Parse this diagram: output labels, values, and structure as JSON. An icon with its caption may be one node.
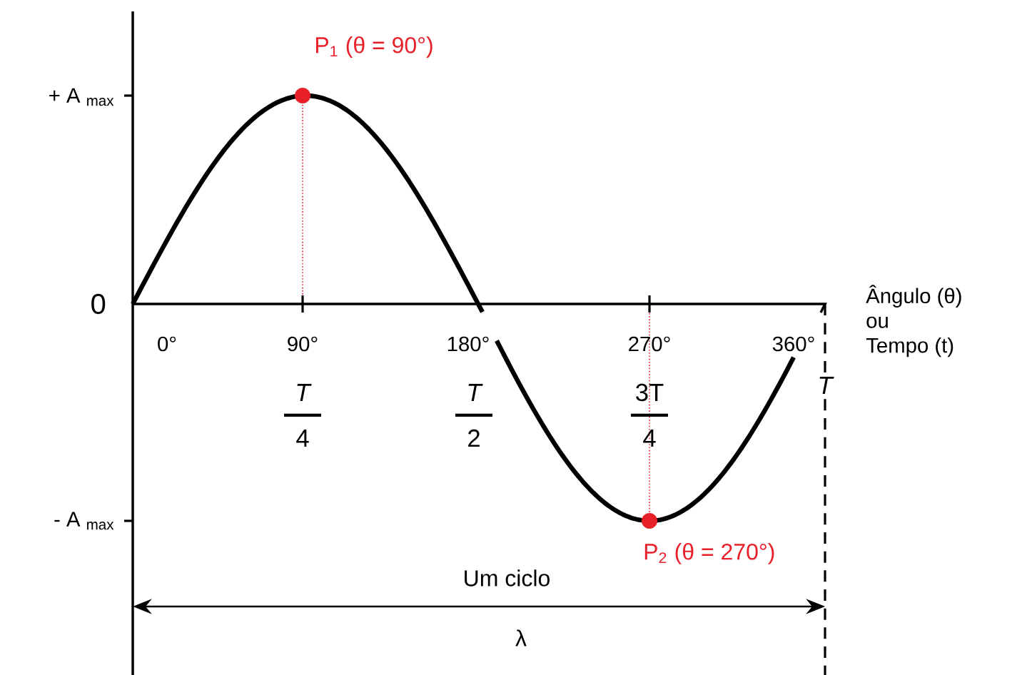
{
  "diagram": {
    "labels": [
      "P$_{1}$  (θ = 90°)",
      "+ A $_{max}$",
      "0",
      "Ângulo (θ) ou Tempo (t)",
      "0°",
      "90°",
      "180°",
      "270°",
      "360°",
      "T",
      "4",
      "T",
      "2",
      "3T",
      "4",
      "T",
      "- A $_{max}$",
      "P$_{2}$ (θ = 270°)",
      "Um ciclo",
      "λ"
    ]
  }
}
